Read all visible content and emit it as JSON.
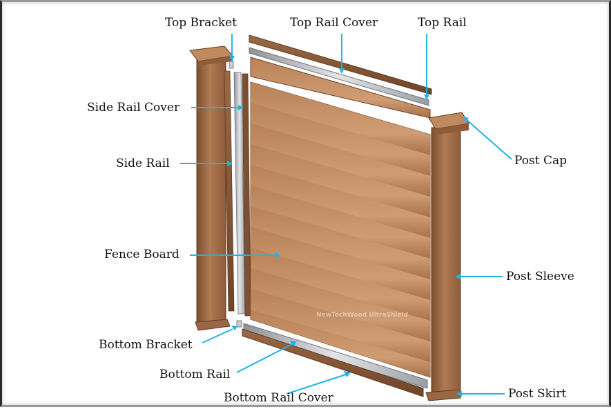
{
  "labels": {
    "top_bracket": "Top Bracket",
    "top_rail_cover": "Top Rail Cover",
    "top_rail": "Top Rail",
    "side_rail_cover": "Side Rail Cover",
    "side_rail": "Side Rail",
    "post_cap": "Post Cap",
    "fence_board": "Fence Board",
    "post_sleeve": "Post Sleeve",
    "bottom_bracket": "Bottom Bracket",
    "bottom_rail": "Bottom Rail",
    "bottom_rail_cover": "Bottom Rail Cover",
    "post_skirt": "Post Skirt"
  },
  "watermark": "NewTechWood UltraShield",
  "colors": {
    "leader_line": "#1cb4e6",
    "wood_dark": "#8a5a3a",
    "wood_mid": "#b57e56",
    "wood_light": "#d3a27a",
    "aluminum": "#b9bcc0",
    "frame": "#2a2a2a"
  }
}
